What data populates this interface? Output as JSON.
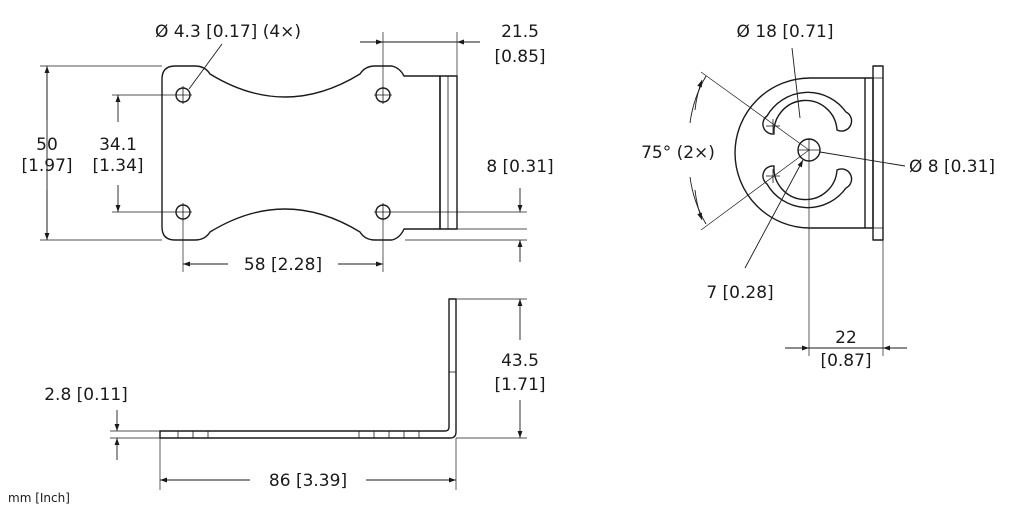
{
  "dimensions": {
    "hole_dia": "Ø 4.3 [0.17] (4×)",
    "flange_width": "21.5",
    "flange_width_in": "[0.85]",
    "height_outer": "50",
    "height_outer_in": "[1.97]",
    "hole_spacing_v": "34.1",
    "hole_spacing_v_in": "[1.34]",
    "offset": "8 [0.31]",
    "hole_spacing_h": "58 [2.28]",
    "thickness": "2.8 [0.11]",
    "flange_height": "43.5",
    "flange_height_in": "[1.71]",
    "length": "86 [3.39]",
    "disc_dia": "Ø 18 [0.71]",
    "angle": "75° (2×)",
    "center_hole_dia": "Ø 8 [0.31]",
    "slot_radius": "7 [0.28]",
    "center_offset": "22",
    "center_offset_in": "[0.87]"
  },
  "units_label": "mm [Inch]"
}
